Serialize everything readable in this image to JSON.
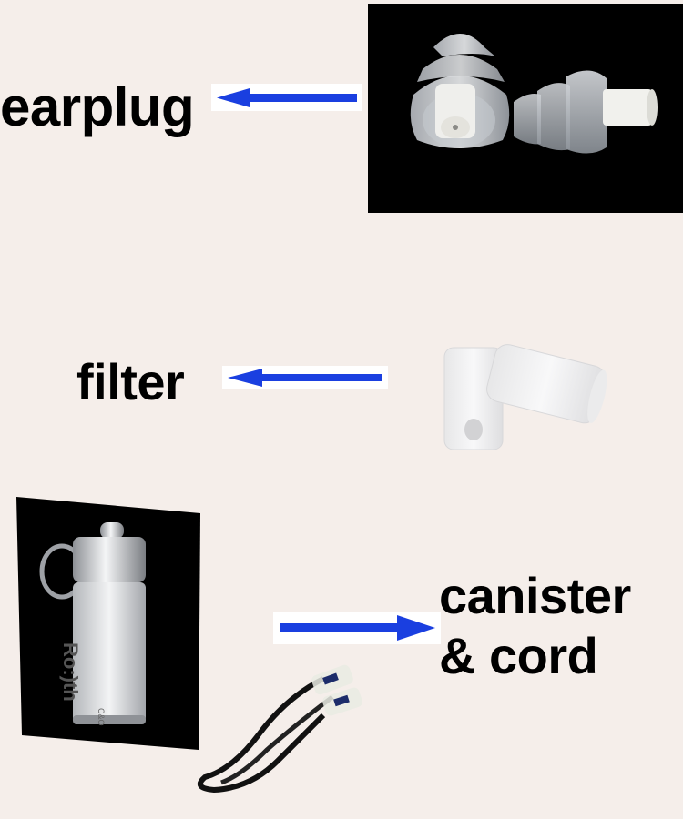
{
  "sections": {
    "earplug": {
      "label": "earplug"
    },
    "filter": {
      "label": "filter"
    },
    "canister": {
      "label_line1": "canister",
      "label_line2": "& cord"
    }
  },
  "canister_brand": {
    "name": "Ro:)th",
    "suffix": "C&O"
  },
  "colors": {
    "background": "#f5eeea",
    "arrow": "#1a3fe0",
    "photo_background": "#000000",
    "label_text": "#000000"
  },
  "icons": {
    "earplug": "earplug-pair-icon",
    "filter": "filter-pair-icon",
    "canister": "canister-keyring-icon",
    "cord": "cord-icon",
    "arrow_left": "arrow-left-icon",
    "arrow_right": "arrow-right-icon"
  }
}
